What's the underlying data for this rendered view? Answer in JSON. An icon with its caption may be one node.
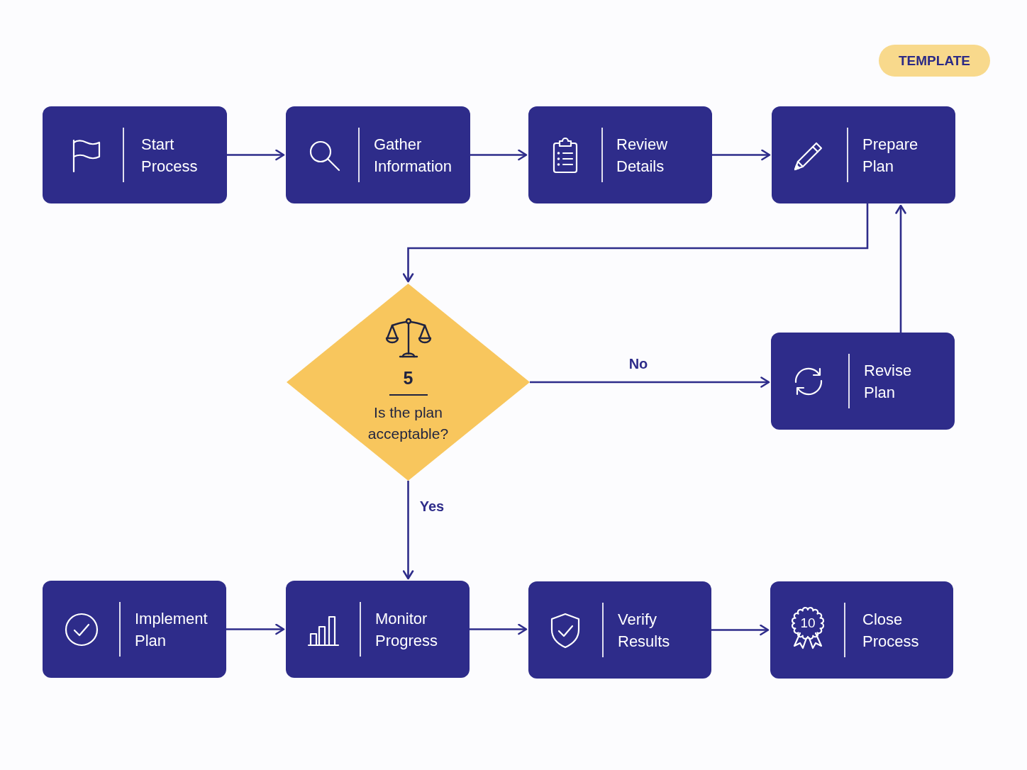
{
  "diagram": {
    "nodes": [
      {
        "text": [
          "TEMPLATE"
        ]
      },
      {
        "text": [
          "Start Process"
        ]
      },
      {
        "text": [
          "Gather Information"
        ]
      },
      {
        "text": [
          "Review Details"
        ]
      },
      {
        "text": [
          "Prepare Plan"
        ]
      },
      {
        "text": [
          "5",
          "Is the plan acceptable?"
        ]
      },
      {
        "text": [
          "Revise Plan"
        ]
      },
      {
        "text": [
          "Implement Plan"
        ]
      },
      {
        "text": [
          "Monitor Progress"
        ]
      },
      {
        "text": [
          "Verify Results"
        ]
      },
      {
        "text": [
          "10",
          "Close Process"
        ]
      }
    ],
    "edges": [
      {
        "from": 1,
        "to": 2,
        "arrow": "to"
      },
      {
        "from": 2,
        "to": 3,
        "arrow": "to"
      },
      {
        "from": 3,
        "to": 4,
        "arrow": "to"
      },
      {
        "from": 4,
        "to": 5,
        "arrow": "to"
      },
      {
        "from": 5,
        "to": 6,
        "arrow": "to",
        "label": "No"
      },
      {
        "from": 6,
        "to": 4,
        "arrow": "to"
      },
      {
        "from": 5,
        "to": 8,
        "arrow": "to",
        "label": "Yes"
      },
      {
        "from": 7,
        "to": 8,
        "arrow": "to"
      },
      {
        "from": 8,
        "to": 9,
        "arrow": "to"
      },
      {
        "from": 9,
        "to": 10,
        "arrow": "to"
      }
    ]
  }
}
